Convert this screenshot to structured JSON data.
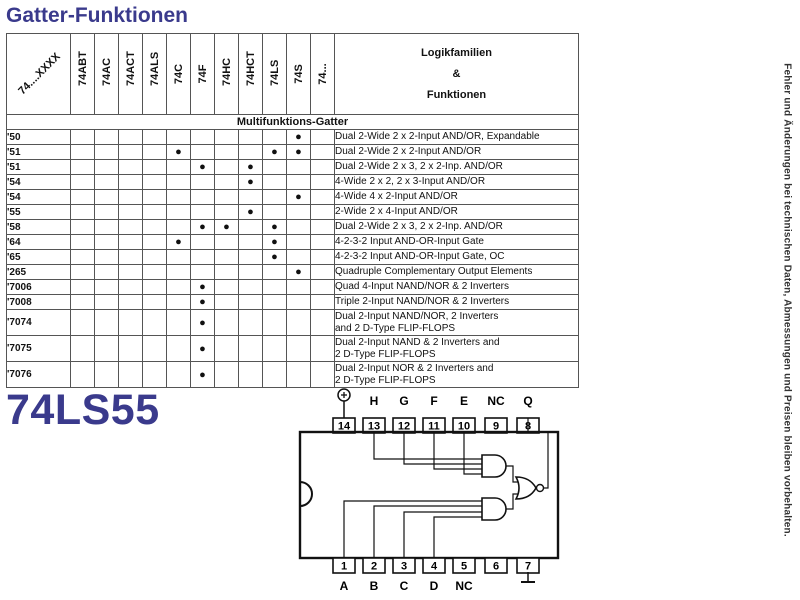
{
  "page": {
    "title": "Gatter-Funktionen",
    "side_note": "Fehler und Änderungen bei technischen Daten, Abmessungen und Preisen bleiben vorbehalten."
  },
  "table": {
    "corner": "74....XXXX",
    "families": [
      "74ABT",
      "74AC",
      "74ACT",
      "74ALS",
      "74C",
      "74F",
      "74HC",
      "74HCT",
      "74LS",
      "74S",
      "74..."
    ],
    "header_right": [
      "Logikfamilien",
      "&",
      "Funktionen"
    ],
    "section": "Multifunktions-Gatter",
    "rows": [
      {
        "code": "'50",
        "marks": [
          9
        ],
        "desc": [
          "Dual 2-Wide 2 x 2-Input AND/OR, Expandable"
        ]
      },
      {
        "code": "'51",
        "marks": [
          4,
          8,
          9
        ],
        "desc": [
          "Dual 2-Wide 2 x 2-Input AND/OR"
        ]
      },
      {
        "code": "'51",
        "marks": [
          5,
          7
        ],
        "desc": [
          "Dual 2-Wide 2 x 3, 2 x 2-Inp. AND/OR"
        ]
      },
      {
        "code": "'54",
        "marks": [
          7
        ],
        "desc": [
          "4-Wide 2 x 2, 2 x 3-Input AND/OR"
        ]
      },
      {
        "code": "'54",
        "marks": [
          9
        ],
        "desc": [
          "4-Wide 4 x 2-Input AND/OR"
        ]
      },
      {
        "code": "'55",
        "marks": [
          7
        ],
        "desc": [
          "2-Wide 2 x 4-Input AND/OR"
        ]
      },
      {
        "code": "'58",
        "marks": [
          5,
          6,
          8
        ],
        "desc": [
          "Dual 2-Wide 2 x 3, 2 x 2-Inp. AND/OR"
        ]
      },
      {
        "code": "'64",
        "marks": [
          4,
          8
        ],
        "desc": [
          "4-2-3-2 Input AND-OR-Input Gate"
        ]
      },
      {
        "code": "'65",
        "marks": [
          8
        ],
        "desc": [
          "4-2-3-2 Input AND-OR-Input Gate, OC"
        ]
      },
      {
        "code": "'265",
        "marks": [
          9
        ],
        "desc": [
          "Quadruple Complementary Output Elements"
        ]
      },
      {
        "code": "'7006",
        "marks": [
          5
        ],
        "desc": [
          "Quad 4-Input NAND/NOR & 2 Inverters"
        ]
      },
      {
        "code": "'7008",
        "marks": [
          5
        ],
        "desc": [
          "Triple 2-Input NAND/NOR & 2 Inverters"
        ]
      },
      {
        "code": "'7074",
        "marks": [
          5
        ],
        "desc": [
          "Dual 2-Input NAND/NOR, 2 Inverters",
          "and 2 D-Type FLIP-FLOPS"
        ]
      },
      {
        "code": "'7075",
        "marks": [
          5
        ],
        "desc": [
          "Dual 2-Input NAND & 2 Inverters and",
          "2 D-Type FLIP-FLOPS"
        ]
      },
      {
        "code": "'7076",
        "marks": [
          5
        ],
        "desc": [
          "Dual 2-Input NOR & 2 Inverters and",
          "2 D-Type FLIP-FLOPS"
        ]
      }
    ],
    "mark_glyph": "●"
  },
  "part": {
    "name": "74LS55"
  },
  "pinout": {
    "top_pins": [
      "14",
      "13",
      "12",
      "11",
      "10",
      "9",
      "8"
    ],
    "top_labels": [
      "",
      "H",
      "G",
      "F",
      "E",
      "NC",
      "Q"
    ],
    "bottom_pins": [
      "1",
      "2",
      "3",
      "4",
      "5",
      "6",
      "7"
    ],
    "bottom_labels": [
      "A",
      "B",
      "C",
      "D",
      "NC",
      "",
      ""
    ]
  }
}
